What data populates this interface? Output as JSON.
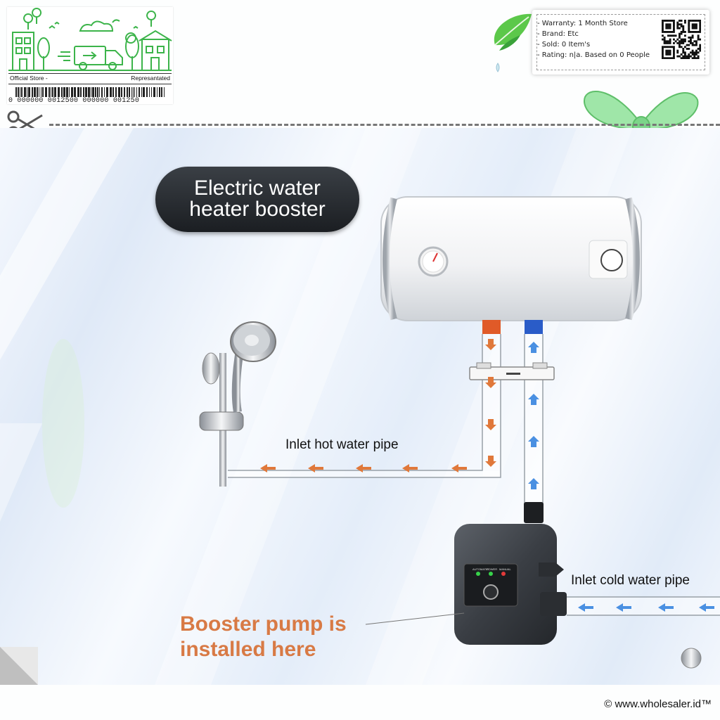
{
  "store_badge": {
    "left_text": "Official Store -",
    "right_text": "Represantated",
    "barcode_digits": "0  000000  0012500  000000  001250",
    "accent_color": "#3cb44a"
  },
  "info_card": {
    "lines": [
      "- Warranty: 1 Month Store",
      "- Brand: Etc",
      "- Sold: 0 Item's",
      "- Rating: n|a. Based on 0 People"
    ]
  },
  "diagram": {
    "title_line1": "Electric water",
    "title_line2": "heater booster",
    "hot_pipe_label": "Inlet hot water pipe",
    "cold_pipe_label": "Inlet cold water pipe",
    "pump_label_line1": "Booster pump is",
    "pump_label_line2": "installed here",
    "pump_indicator_labels": [
      "AUTOMATIC",
      "POWER",
      "MANUAL"
    ],
    "hot_color": "#e0783a",
    "cold_color": "#4a90e2",
    "pump_label_color": "#d87a45"
  },
  "footer": {
    "copyright": "© www.wholesaler.id™"
  }
}
